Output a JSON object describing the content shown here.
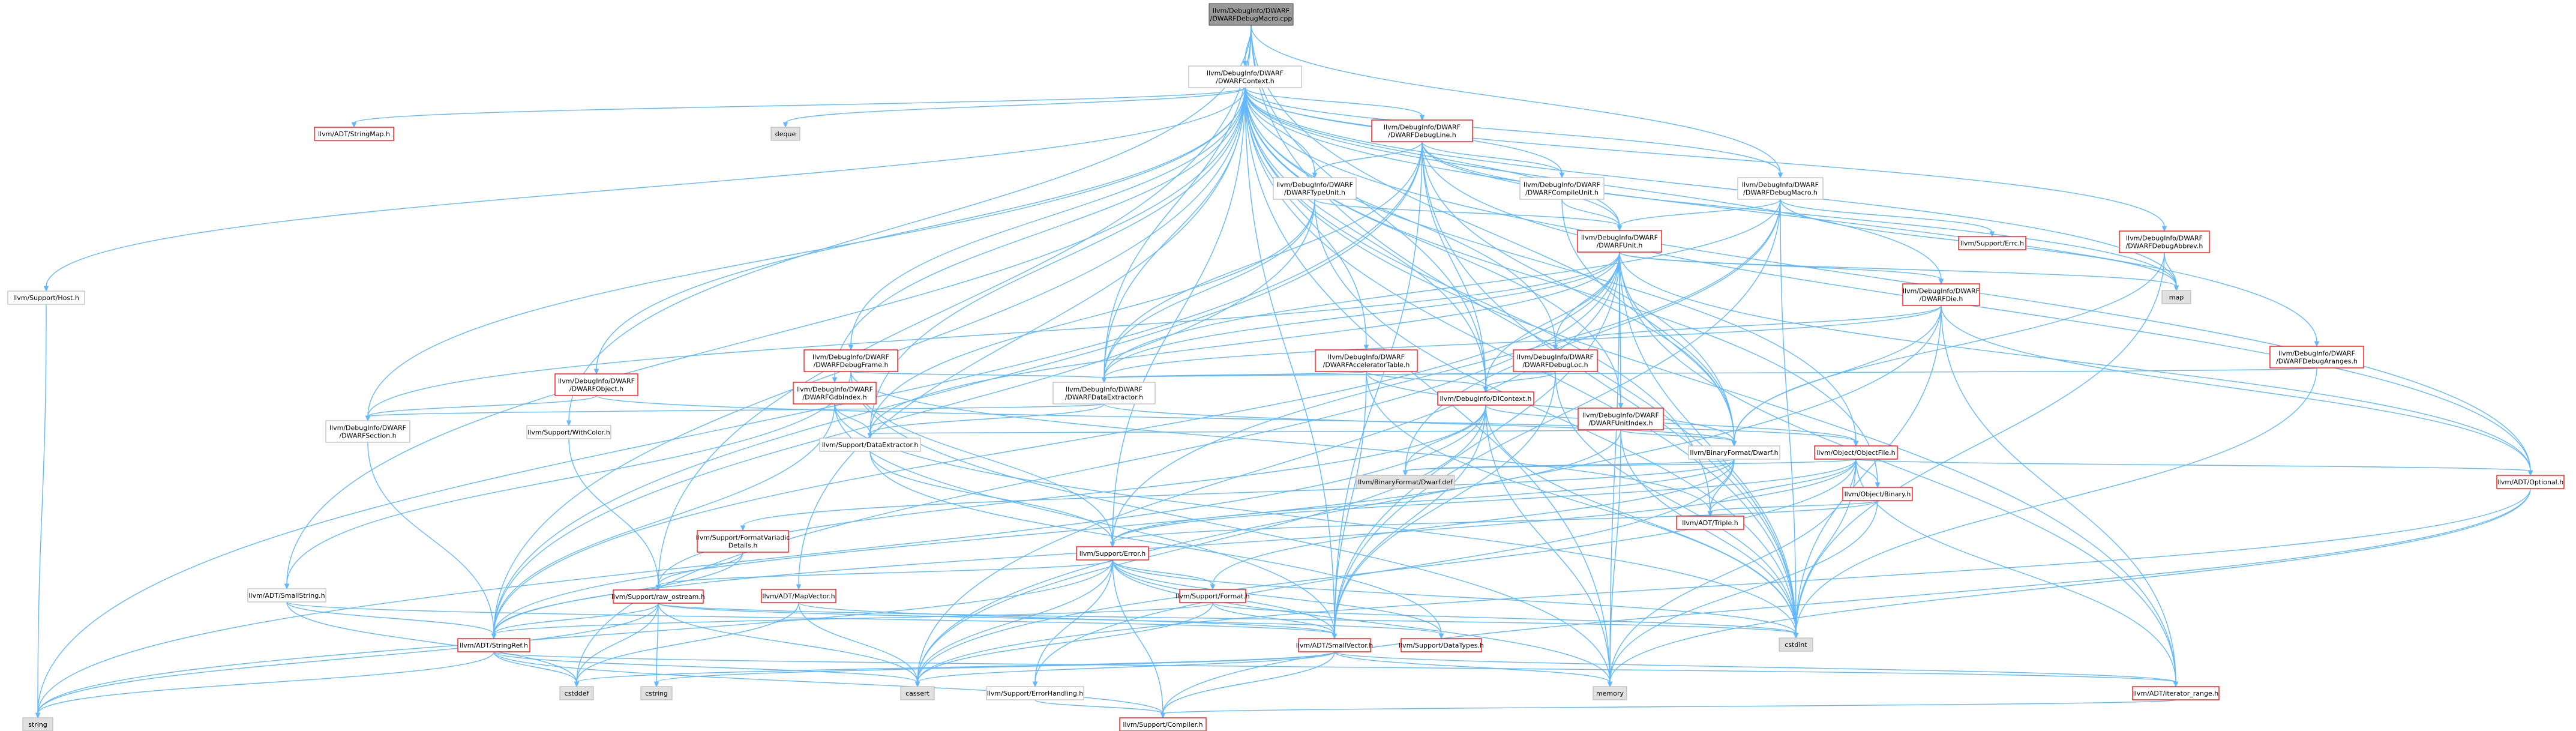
{
  "colors": {
    "edge": "#63b8ff",
    "border_normal": "#bfbfbf",
    "border_truncated": "#ff0000",
    "fill_node": "#ffffff",
    "fill_root": "#999999",
    "fill_external": "#e0e0e0",
    "text": "#000000"
  },
  "nodes": [
    {
      "id": "root",
      "lines": [
        "llvm/DebugInfo/DWARF",
        "/DWARFDebugMacro.cpp"
      ],
      "kind": "root"
    },
    {
      "id": "ctx",
      "lines": [
        "llvm/DebugInfo/DWARF",
        "/DWARFContext.h"
      ],
      "kind": "normal"
    },
    {
      "id": "host",
      "lines": [
        "llvm/Support/Host.h"
      ],
      "kind": "normal"
    },
    {
      "id": "strmap",
      "lines": [
        "llvm/ADT/StringMap.h"
      ],
      "kind": "truncated"
    },
    {
      "id": "deque",
      "lines": [
        "deque"
      ],
      "kind": "external"
    },
    {
      "id": "dline",
      "lines": [
        "llvm/DebugInfo/DWARF",
        "/DWARFDebugLine.h"
      ],
      "kind": "truncated"
    },
    {
      "id": "typeu",
      "lines": [
        "llvm/DebugInfo/DWARF",
        "/DWARFTypeUnit.h"
      ],
      "kind": "normal"
    },
    {
      "id": "cu",
      "lines": [
        "llvm/DebugInfo/DWARF",
        "/DWARFCompileUnit.h"
      ],
      "kind": "normal"
    },
    {
      "id": "dmacro",
      "lines": [
        "llvm/DebugInfo/DWARF",
        "/DWARFDebugMacro.h"
      ],
      "kind": "normal"
    },
    {
      "id": "errc",
      "lines": [
        "llvm/Support/Errc.h"
      ],
      "kind": "truncated"
    },
    {
      "id": "dunit",
      "lines": [
        "llvm/DebugInfo/DWARF",
        "/DWARFUnit.h"
      ],
      "kind": "truncated"
    },
    {
      "id": "abbrev",
      "lines": [
        "llvm/DebugInfo/DWARF",
        "/DWARFDebugAbbrev.h"
      ],
      "kind": "truncated"
    },
    {
      "id": "map",
      "lines": [
        "map"
      ],
      "kind": "external"
    },
    {
      "id": "die",
      "lines": [
        "llvm/DebugInfo/DWARF",
        "/DWARFDie.h"
      ],
      "kind": "truncated"
    },
    {
      "id": "aranges",
      "lines": [
        "llvm/DebugInfo/DWARF",
        "/DWARFDebugAranges.h"
      ],
      "kind": "truncated"
    },
    {
      "id": "frame",
      "lines": [
        "llvm/DebugInfo/DWARF",
        "/DWARFDebugFrame.h"
      ],
      "kind": "truncated"
    },
    {
      "id": "accel",
      "lines": [
        "llvm/DebugInfo/DWARF",
        "/DWARFAcceleratorTable.h"
      ],
      "kind": "truncated"
    },
    {
      "id": "dloc",
      "lines": [
        "llvm/DebugInfo/DWARF",
        "/DWARFDebugLoc.h"
      ],
      "kind": "truncated"
    },
    {
      "id": "dobject",
      "lines": [
        "llvm/DebugInfo/DWARF",
        "/DWARFObject.h"
      ],
      "kind": "truncated"
    },
    {
      "id": "gdb",
      "lines": [
        "llvm/DebugInfo/DWARF",
        "/DWARFGdbIndex.h"
      ],
      "kind": "truncated"
    },
    {
      "id": "dext",
      "lines": [
        "llvm/DebugInfo/DWARF",
        "/DWARFDataExtractor.h"
      ],
      "kind": "normal"
    },
    {
      "id": "dicontext",
      "lines": [
        "llvm/DebugInfo/DIContext.h"
      ],
      "kind": "truncated"
    },
    {
      "id": "uindex",
      "lines": [
        "llvm/DebugInfo/DWARF",
        "/DWARFUnitIndex.h"
      ],
      "kind": "truncated"
    },
    {
      "id": "dsection",
      "lines": [
        "llvm/DebugInfo/DWARF",
        "/DWARFSection.h"
      ],
      "kind": "normal"
    },
    {
      "id": "withcolor",
      "lines": [
        "llvm/Support/WithColor.h"
      ],
      "kind": "normal"
    },
    {
      "id": "sext",
      "lines": [
        "llvm/Support/DataExtractor.h"
      ],
      "kind": "normal"
    },
    {
      "id": "bfdwarf",
      "lines": [
        "llvm/BinaryFormat/Dwarf.h"
      ],
      "kind": "normal"
    },
    {
      "id": "objfile",
      "lines": [
        "llvm/Object/ObjectFile.h"
      ],
      "kind": "truncated"
    },
    {
      "id": "dwarfdef",
      "lines": [
        "llvm/BinaryFormat/Dwarf.def"
      ],
      "kind": "external"
    },
    {
      "id": "objbin",
      "lines": [
        "llvm/Object/Binary.h"
      ],
      "kind": "truncated"
    },
    {
      "id": "optional",
      "lines": [
        "llvm/ADT/Optional.h"
      ],
      "kind": "truncated"
    },
    {
      "id": "fmtvar",
      "lines": [
        "llvm/Support/FormatVariadic",
        "Details.h"
      ],
      "kind": "truncated"
    },
    {
      "id": "triple",
      "lines": [
        "llvm/ADT/Triple.h"
      ],
      "kind": "truncated"
    },
    {
      "id": "serror",
      "lines": [
        "llvm/Support/Error.h"
      ],
      "kind": "truncated"
    },
    {
      "id": "smallstr",
      "lines": [
        "llvm/ADT/SmallString.h"
      ],
      "kind": "normal"
    },
    {
      "id": "mapvec",
      "lines": [
        "llvm/ADT/MapVector.h"
      ],
      "kind": "truncated"
    },
    {
      "id": "rawos",
      "lines": [
        "llvm/Support/raw_ostream.h"
      ],
      "kind": "truncated"
    },
    {
      "id": "sformat",
      "lines": [
        "llvm/Support/Format.h"
      ],
      "kind": "truncated"
    },
    {
      "id": "cstdint",
      "lines": [
        "cstdint"
      ],
      "kind": "external"
    },
    {
      "id": "strref",
      "lines": [
        "llvm/ADT/StringRef.h"
      ],
      "kind": "truncated"
    },
    {
      "id": "smallvec",
      "lines": [
        "llvm/ADT/SmallVector.h"
      ],
      "kind": "truncated"
    },
    {
      "id": "dtypes",
      "lines": [
        "llvm/Support/DataTypes.h"
      ],
      "kind": "truncated"
    },
    {
      "id": "cstddef",
      "lines": [
        "cstddef"
      ],
      "kind": "external"
    },
    {
      "id": "cstring",
      "lines": [
        "cstring"
      ],
      "kind": "external"
    },
    {
      "id": "cassert",
      "lines": [
        "cassert"
      ],
      "kind": "external"
    },
    {
      "id": "memory",
      "lines": [
        "memory"
      ],
      "kind": "external"
    },
    {
      "id": "errh",
      "lines": [
        "llvm/Support/ErrorHandling.h"
      ],
      "kind": "normal"
    },
    {
      "id": "itrange",
      "lines": [
        "llvm/ADT/iterator_range.h"
      ],
      "kind": "truncated"
    },
    {
      "id": "string",
      "lines": [
        "string"
      ],
      "kind": "external"
    },
    {
      "id": "compiler",
      "lines": [
        "llvm/Support/Compiler.h"
      ],
      "kind": "truncated"
    }
  ],
  "edges": [
    [
      "root",
      "ctx"
    ],
    [
      "root",
      "dmacro"
    ],
    [
      "root",
      "dext"
    ],
    [
      "root",
      "dicontext"
    ],
    [
      "root",
      "rawos"
    ],
    [
      "root",
      "cstdint"
    ],
    [
      "root",
      "withcolor"
    ],
    [
      "root",
      "bfdwarf"
    ],
    [
      "ctx",
      "host"
    ],
    [
      "ctx",
      "strmap"
    ],
    [
      "ctx",
      "deque"
    ],
    [
      "ctx",
      "dline"
    ],
    [
      "ctx",
      "typeu"
    ],
    [
      "ctx",
      "cu"
    ],
    [
      "ctx",
      "dmacro"
    ],
    [
      "ctx",
      "dunit"
    ],
    [
      "ctx",
      "abbrev"
    ],
    [
      "ctx",
      "map"
    ],
    [
      "ctx",
      "die"
    ],
    [
      "ctx",
      "aranges"
    ],
    [
      "ctx",
      "frame"
    ],
    [
      "ctx",
      "accel"
    ],
    [
      "ctx",
      "dloc"
    ],
    [
      "ctx",
      "dobject"
    ],
    [
      "ctx",
      "gdb"
    ],
    [
      "ctx",
      "dext"
    ],
    [
      "ctx",
      "dicontext"
    ],
    [
      "ctx",
      "uindex"
    ],
    [
      "ctx",
      "dsection"
    ],
    [
      "ctx",
      "sext"
    ],
    [
      "ctx",
      "objfile"
    ],
    [
      "ctx",
      "objbin"
    ],
    [
      "ctx",
      "optional"
    ],
    [
      "ctx",
      "serror"
    ],
    [
      "ctx",
      "smallstr"
    ],
    [
      "ctx",
      "mapvec"
    ],
    [
      "ctx",
      "strref"
    ],
    [
      "ctx",
      "smallvec"
    ],
    [
      "ctx",
      "cstdint"
    ],
    [
      "ctx",
      "memory"
    ],
    [
      "ctx",
      "itrange"
    ],
    [
      "ctx",
      "triple"
    ],
    [
      "host",
      "string"
    ],
    [
      "dline",
      "typeu"
    ],
    [
      "dline",
      "cu"
    ],
    [
      "dline",
      "dunit"
    ],
    [
      "dline",
      "dext"
    ],
    [
      "dline",
      "dicontext"
    ],
    [
      "dline",
      "bfdwarf"
    ],
    [
      "dline",
      "optional"
    ],
    [
      "dline",
      "strref"
    ],
    [
      "dline",
      "cstdint"
    ],
    [
      "dline",
      "map"
    ],
    [
      "dline",
      "string"
    ],
    [
      "dline",
      "smallvec"
    ],
    [
      "typeu",
      "dunit"
    ],
    [
      "typeu",
      "sext"
    ],
    [
      "typeu",
      "strref"
    ],
    [
      "typeu",
      "cstdint"
    ],
    [
      "typeu",
      "dext"
    ],
    [
      "cu",
      "dunit"
    ],
    [
      "cu",
      "bfdwarf"
    ],
    [
      "dmacro",
      "dunit"
    ],
    [
      "dmacro",
      "errc"
    ],
    [
      "dmacro",
      "serror"
    ],
    [
      "dmacro",
      "smallvec"
    ],
    [
      "dmacro",
      "dext"
    ],
    [
      "dmacro",
      "cstdint"
    ],
    [
      "dmacro",
      "map"
    ],
    [
      "dmacro",
      "dwarfdef"
    ],
    [
      "dunit",
      "die"
    ],
    [
      "dunit",
      "dloc"
    ],
    [
      "dunit",
      "uindex"
    ],
    [
      "dunit",
      "dext"
    ],
    [
      "dunit",
      "dsection"
    ],
    [
      "dunit",
      "bfdwarf"
    ],
    [
      "dunit",
      "optional"
    ],
    [
      "dunit",
      "smallvec"
    ],
    [
      "dunit",
      "strref"
    ],
    [
      "dunit",
      "itrange"
    ],
    [
      "dunit",
      "cassert"
    ],
    [
      "dunit",
      "cstddef"
    ],
    [
      "dunit",
      "cstdint"
    ],
    [
      "dunit",
      "map"
    ],
    [
      "dunit",
      "memory"
    ],
    [
      "dunit",
      "dicontext"
    ],
    [
      "dunit",
      "sext"
    ],
    [
      "abbrev",
      "map"
    ],
    [
      "abbrev",
      "cstdint"
    ],
    [
      "abbrev",
      "bfdwarf"
    ],
    [
      "die",
      "dloc"
    ],
    [
      "die",
      "dext"
    ],
    [
      "die",
      "bfdwarf"
    ],
    [
      "die",
      "optional"
    ],
    [
      "die",
      "itrange"
    ],
    [
      "die",
      "cassert"
    ],
    [
      "die",
      "cstdint"
    ],
    [
      "die",
      "iterator"
    ],
    [
      "aranges",
      "dext"
    ],
    [
      "aranges",
      "cstdint"
    ],
    [
      "frame",
      "dext"
    ],
    [
      "frame",
      "serror"
    ],
    [
      "frame",
      "memory"
    ],
    [
      "frame",
      "triple"
    ],
    [
      "frame",
      "smallstr"
    ],
    [
      "accel",
      "dext"
    ],
    [
      "accel",
      "bfdwarf"
    ],
    [
      "accel",
      "smallvec"
    ],
    [
      "accel",
      "cstdint"
    ],
    [
      "accel",
      "dicontext"
    ],
    [
      "dloc",
      "dext"
    ],
    [
      "dloc",
      "dicontext"
    ],
    [
      "dloc",
      "smallvec"
    ],
    [
      "dloc",
      "cstdint"
    ],
    [
      "dobject",
      "dsection"
    ],
    [
      "dobject",
      "objfile"
    ],
    [
      "gdb",
      "sext"
    ],
    [
      "gdb",
      "smallvec"
    ],
    [
      "gdb",
      "strref"
    ],
    [
      "gdb",
      "cstdint"
    ],
    [
      "dext",
      "dsection"
    ],
    [
      "dext",
      "bfdwarf"
    ],
    [
      "dext",
      "sext"
    ],
    [
      "dicontext",
      "objfile"
    ],
    [
      "dicontext",
      "dwarfdef"
    ],
    [
      "dicontext",
      "rawos"
    ],
    [
      "dicontext",
      "cassert"
    ],
    [
      "dicontext",
      "cstdint"
    ],
    [
      "dicontext",
      "memory"
    ],
    [
      "dicontext",
      "string"
    ],
    [
      "dicontext",
      "smallvec"
    ],
    [
      "uindex",
      "bfdwarf"
    ],
    [
      "uindex",
      "strref"
    ],
    [
      "uindex",
      "cstdint"
    ],
    [
      "uindex",
      "memory"
    ],
    [
      "uindex",
      "sext"
    ],
    [
      "dsection",
      "strref"
    ],
    [
      "withcolor",
      "rawos"
    ],
    [
      "sext",
      "serror"
    ],
    [
      "sext",
      "dtypes"
    ],
    [
      "bfdwarf",
      "dwarfdef"
    ],
    [
      "bfdwarf",
      "serror"
    ],
    [
      "bfdwarf",
      "sformat"
    ],
    [
      "bfdwarf",
      "errh"
    ],
    [
      "bfdwarf",
      "triple"
    ],
    [
      "bfdwarf",
      "fmtvar"
    ],
    [
      "objfile",
      "objbin"
    ],
    [
      "objfile",
      "optional"
    ],
    [
      "objfile",
      "strref"
    ],
    [
      "objfile",
      "serror"
    ],
    [
      "objfile",
      "cassert"
    ],
    [
      "objfile",
      "cstdint"
    ],
    [
      "objfile",
      "memory"
    ],
    [
      "objfile",
      "triple"
    ],
    [
      "objfile",
      "dwarfdef"
    ],
    [
      "objfile",
      "itrange"
    ],
    [
      "objbin",
      "serror"
    ],
    [
      "objbin",
      "triple"
    ],
    [
      "objbin",
      "memory"
    ],
    [
      "optional",
      "cassert"
    ],
    [
      "optional",
      "memory"
    ],
    [
      "optional",
      "compiler"
    ],
    [
      "fmtvar",
      "rawos"
    ],
    [
      "fmtvar",
      "strref"
    ],
    [
      "serror",
      "rawos"
    ],
    [
      "serror",
      "smallvec"
    ],
    [
      "serror",
      "sformat"
    ],
    [
      "serror",
      "dtypes"
    ],
    [
      "serror",
      "errh"
    ],
    [
      "serror",
      "cassert"
    ],
    [
      "serror",
      "cstdint"
    ],
    [
      "serror",
      "memory"
    ],
    [
      "serror",
      "string"
    ],
    [
      "serror",
      "compiler"
    ],
    [
      "smallstr",
      "strref"
    ],
    [
      "smallstr",
      "smallvec"
    ],
    [
      "smallstr",
      "cstddef"
    ],
    [
      "mapvec",
      "smallvec"
    ],
    [
      "mapvec",
      "cassert"
    ],
    [
      "mapvec",
      "cstddef"
    ],
    [
      "rawos",
      "strref"
    ],
    [
      "rawos",
      "dtypes"
    ],
    [
      "rawos",
      "cassert"
    ],
    [
      "rawos",
      "cstddef"
    ],
    [
      "rawos",
      "cstdint"
    ],
    [
      "rawos",
      "cstring"
    ],
    [
      "rawos",
      "string"
    ],
    [
      "sformat",
      "smallvec"
    ],
    [
      "sformat",
      "strref"
    ],
    [
      "sformat",
      "cassert"
    ],
    [
      "sformat",
      "cstdint"
    ],
    [
      "strref",
      "itrange"
    ],
    [
      "strref",
      "compiler"
    ],
    [
      "strref",
      "cstddef"
    ],
    [
      "strref",
      "string"
    ],
    [
      "strref",
      "cassert"
    ],
    [
      "smallvec",
      "compiler"
    ],
    [
      "smallvec",
      "cassert"
    ],
    [
      "smallvec",
      "cstddef"
    ],
    [
      "smallvec",
      "cstring"
    ],
    [
      "smallvec",
      "memory"
    ],
    [
      "smallvec",
      "itrange"
    ],
    [
      "errh",
      "compiler"
    ],
    [
      "itrange",
      "compiler"
    ]
  ]
}
